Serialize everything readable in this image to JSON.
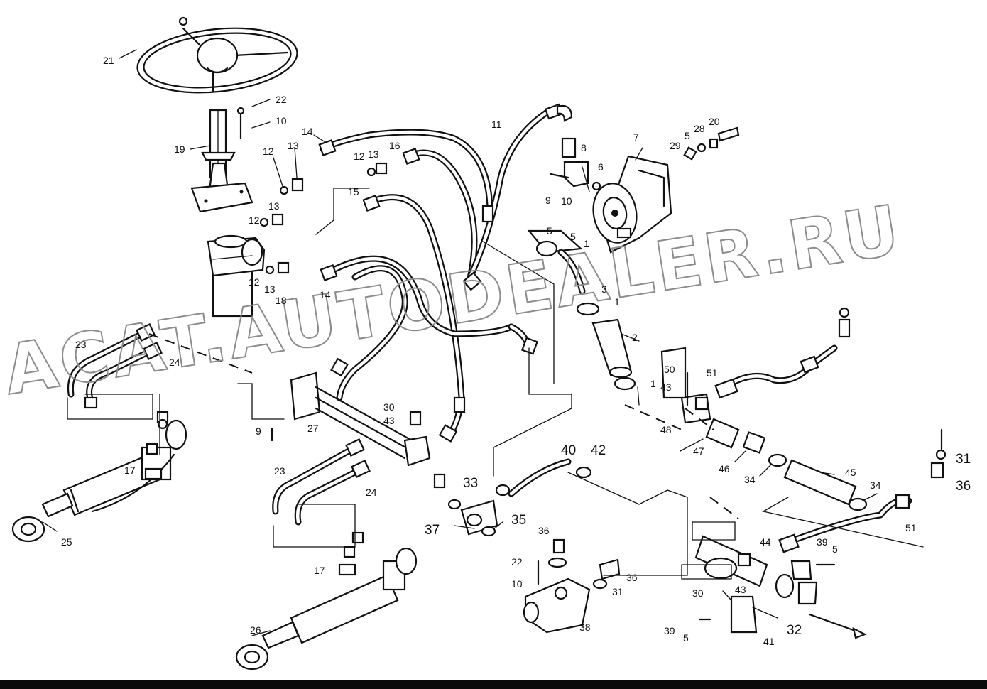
{
  "watermark": {
    "line_1": "ACAT.AUTODEALER.RU"
  },
  "colors": {
    "ink": "#111111",
    "watermark_outline": "#8c8c8c",
    "background": "#ffffff",
    "bottom_bar": "#0a0a0a"
  },
  "callouts": [
    {
      "id": "c21a",
      "text": "21"
    },
    {
      "id": "c22a",
      "text": "22"
    },
    {
      "id": "c10a",
      "text": "10"
    },
    {
      "id": "c19",
      "text": "19"
    },
    {
      "id": "c14a",
      "text": "14"
    },
    {
      "id": "c13a",
      "text": "13"
    },
    {
      "id": "c12a",
      "text": "12"
    },
    {
      "id": "c13b",
      "text": "13"
    },
    {
      "id": "c12b",
      "text": "12"
    },
    {
      "id": "c12c",
      "text": "12"
    },
    {
      "id": "c13c",
      "text": "13"
    },
    {
      "id": "c16",
      "text": "16"
    },
    {
      "id": "c15",
      "text": "15"
    },
    {
      "id": "c12d",
      "text": "12"
    },
    {
      "id": "c13d",
      "text": "13"
    },
    {
      "id": "c14b",
      "text": "14"
    },
    {
      "id": "c18",
      "text": "18"
    },
    {
      "id": "c11",
      "text": "11"
    },
    {
      "id": "c8",
      "text": "8"
    },
    {
      "id": "c6",
      "text": "6"
    },
    {
      "id": "c9a",
      "text": "9"
    },
    {
      "id": "c10b",
      "text": "10"
    },
    {
      "id": "c7",
      "text": "7"
    },
    {
      "id": "c29",
      "text": "29"
    },
    {
      "id": "c5a",
      "text": "5"
    },
    {
      "id": "c28",
      "text": "28"
    },
    {
      "id": "c20",
      "text": "20"
    },
    {
      "id": "c5b",
      "text": "5"
    },
    {
      "id": "c5c",
      "text": "5"
    },
    {
      "id": "c1a",
      "text": "1"
    },
    {
      "id": "c3",
      "text": "3"
    },
    {
      "id": "c1b",
      "text": "1"
    },
    {
      "id": "c2",
      "text": "2"
    },
    {
      "id": "c1c",
      "text": "1"
    },
    {
      "id": "c23a",
      "text": "23"
    },
    {
      "id": "c24a",
      "text": "24"
    },
    {
      "id": "c9b",
      "text": "9"
    },
    {
      "id": "c27",
      "text": "27"
    },
    {
      "id": "c30a",
      "text": "30"
    },
    {
      "id": "c43a",
      "text": "43"
    },
    {
      "id": "c17a",
      "text": "17"
    },
    {
      "id": "c25",
      "text": "25"
    },
    {
      "id": "c23b",
      "text": "23"
    },
    {
      "id": "c24b",
      "text": "24"
    },
    {
      "id": "c17b",
      "text": "17"
    },
    {
      "id": "c26",
      "text": "26"
    },
    {
      "id": "c50",
      "text": "50"
    },
    {
      "id": "c43b",
      "text": "43"
    },
    {
      "id": "c48",
      "text": "48"
    },
    {
      "id": "c51a",
      "text": "51"
    },
    {
      "id": "c47",
      "text": "47"
    },
    {
      "id": "c46",
      "text": "46"
    },
    {
      "id": "c34a",
      "text": "34"
    },
    {
      "id": "c45",
      "text": "45"
    },
    {
      "id": "c34b",
      "text": "34"
    },
    {
      "id": "c51b",
      "text": "51"
    },
    {
      "id": "c31a",
      "text": "31"
    },
    {
      "id": "c36a",
      "text": "36"
    },
    {
      "id": "c40",
      "text": "40"
    },
    {
      "id": "c42",
      "text": "42"
    },
    {
      "id": "c33",
      "text": "33"
    },
    {
      "id": "c37",
      "text": "37"
    },
    {
      "id": "c35",
      "text": "35"
    },
    {
      "id": "c36b",
      "text": "36"
    },
    {
      "id": "c22b",
      "text": "22"
    },
    {
      "id": "c10c",
      "text": "10"
    },
    {
      "id": "c31b",
      "text": "31"
    },
    {
      "id": "c36c",
      "text": "36"
    },
    {
      "id": "c38",
      "text": "38"
    },
    {
      "id": "c44",
      "text": "44"
    },
    {
      "id": "c39a",
      "text": "39"
    },
    {
      "id": "c5d",
      "text": "5"
    },
    {
      "id": "c30b",
      "text": "30"
    },
    {
      "id": "c43c",
      "text": "43"
    },
    {
      "id": "c39b",
      "text": "39"
    },
    {
      "id": "c5e",
      "text": "5"
    },
    {
      "id": "c41",
      "text": "41"
    },
    {
      "id": "c32",
      "text": "32"
    }
  ]
}
